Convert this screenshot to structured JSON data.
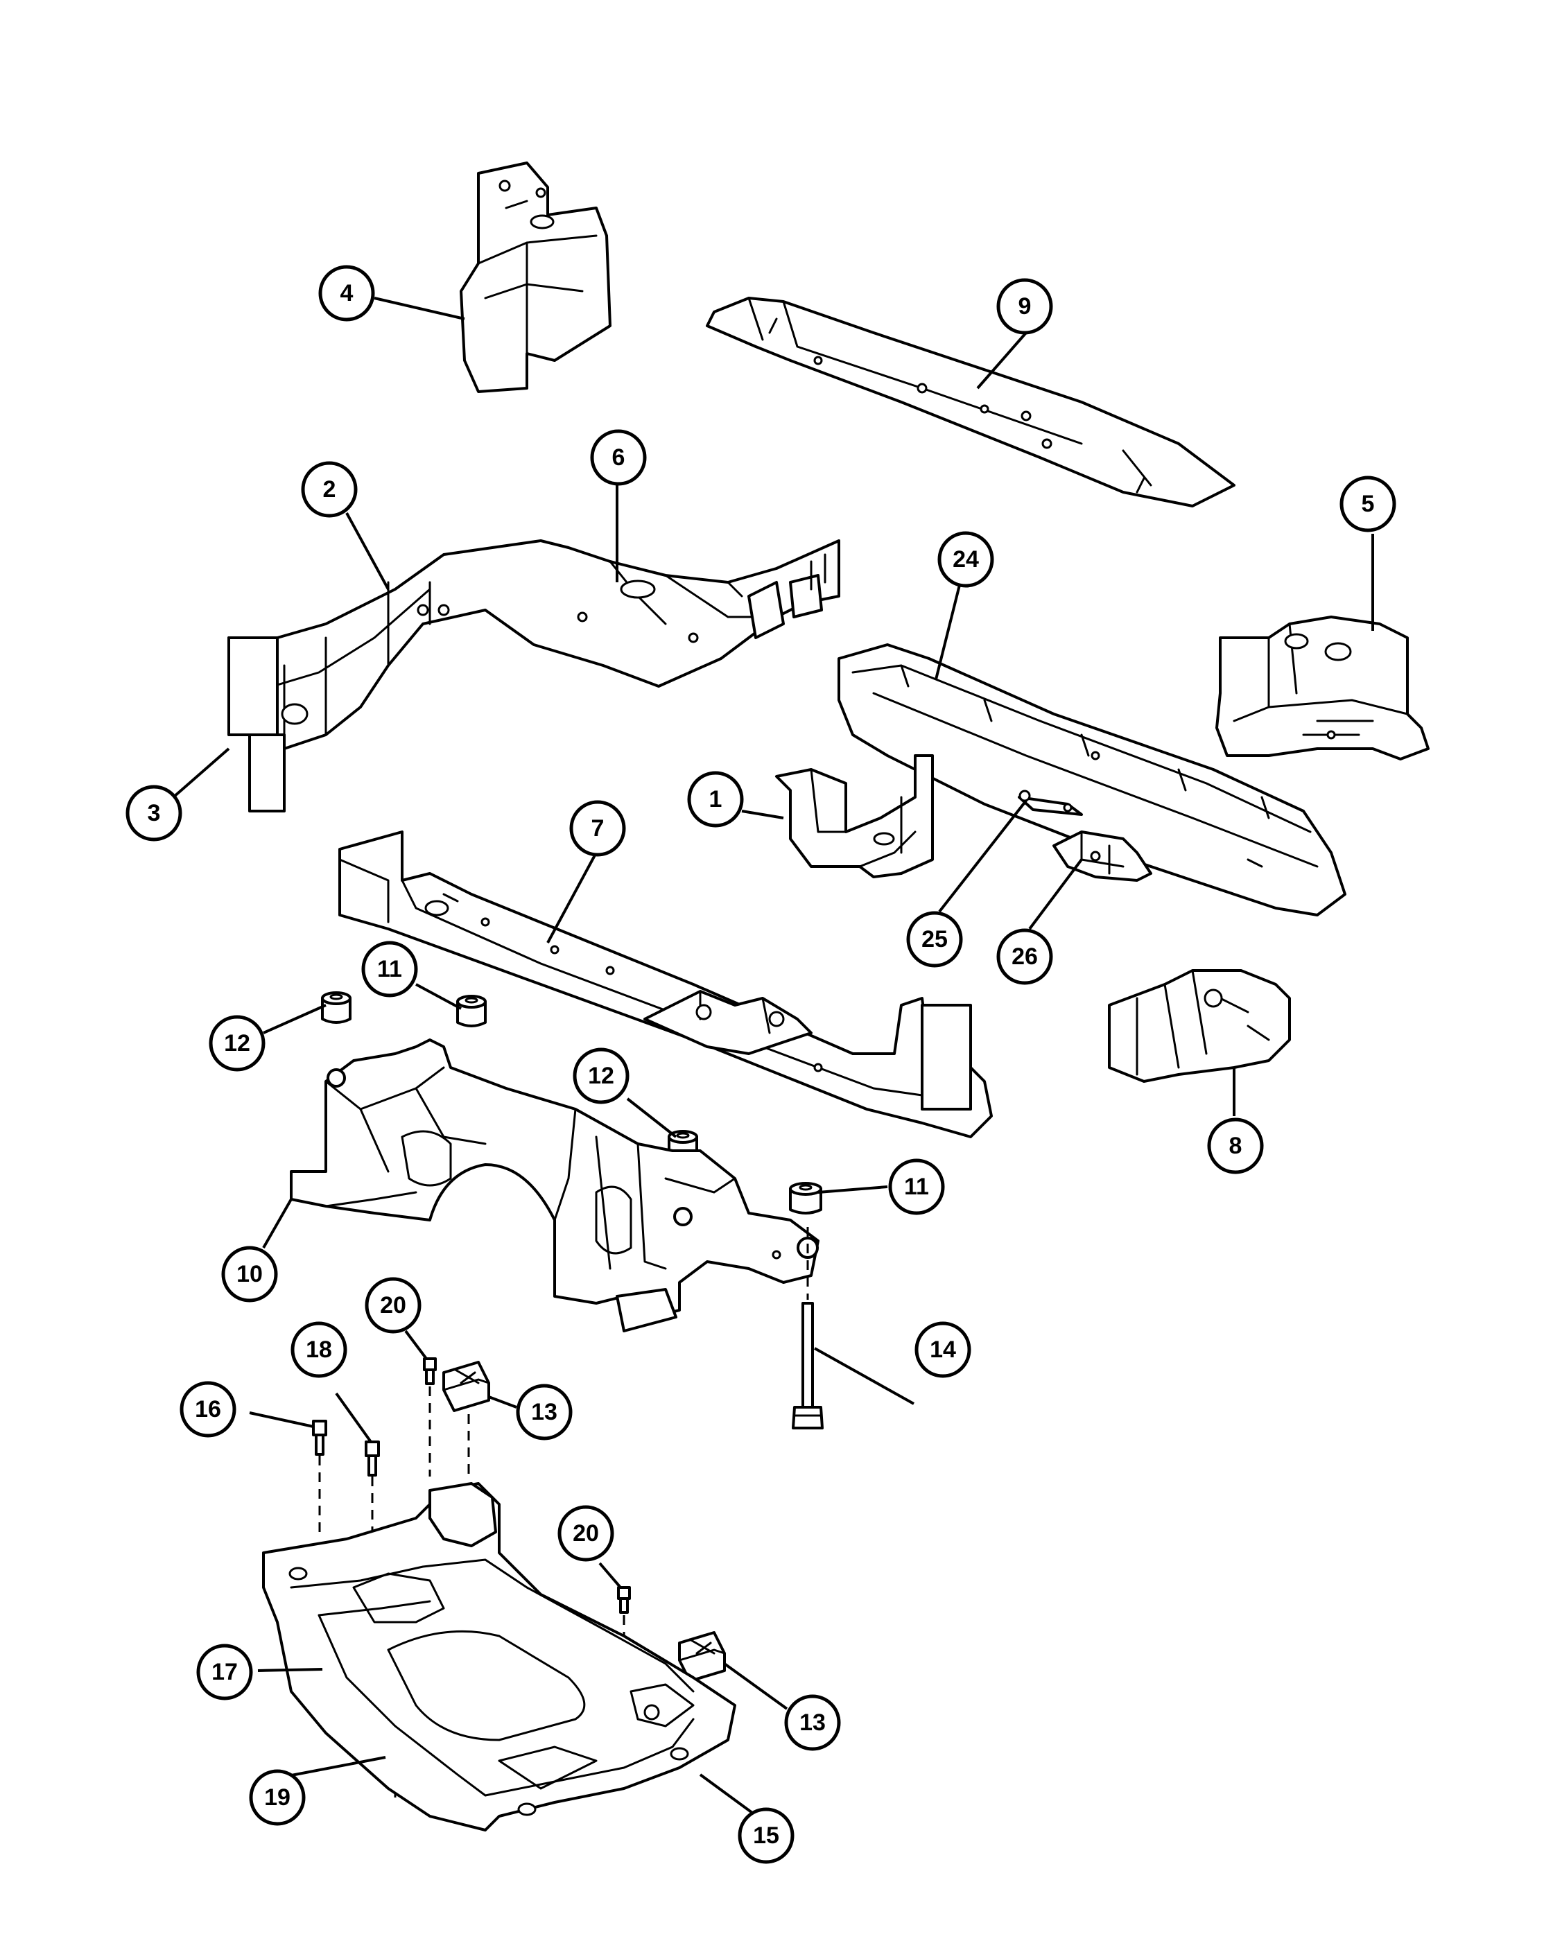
{
  "callouts": [
    {
      "id": "c1",
      "label": "1"
    },
    {
      "id": "c2",
      "label": "2"
    },
    {
      "id": "c3",
      "label": "3"
    },
    {
      "id": "c4",
      "label": "4"
    },
    {
      "id": "c5",
      "label": "5"
    },
    {
      "id": "c6",
      "label": "6"
    },
    {
      "id": "c7",
      "label": "7"
    },
    {
      "id": "c8",
      "label": "8"
    },
    {
      "id": "c9",
      "label": "9"
    },
    {
      "id": "c10",
      "label": "10"
    },
    {
      "id": "c11a",
      "label": "11"
    },
    {
      "id": "c11b",
      "label": "11"
    },
    {
      "id": "c12a",
      "label": "12"
    },
    {
      "id": "c12b",
      "label": "12"
    },
    {
      "id": "c13a",
      "label": "13"
    },
    {
      "id": "c13b",
      "label": "13"
    },
    {
      "id": "c14",
      "label": "14"
    },
    {
      "id": "c15",
      "label": "15"
    },
    {
      "id": "c16",
      "label": "16"
    },
    {
      "id": "c17",
      "label": "17"
    },
    {
      "id": "c18",
      "label": "18"
    },
    {
      "id": "c19",
      "label": "19"
    },
    {
      "id": "c20a",
      "label": "20"
    },
    {
      "id": "c20b",
      "label": "20"
    },
    {
      "id": "c24",
      "label": "24"
    },
    {
      "id": "c25",
      "label": "25"
    },
    {
      "id": "c26",
      "label": "26"
    }
  ]
}
